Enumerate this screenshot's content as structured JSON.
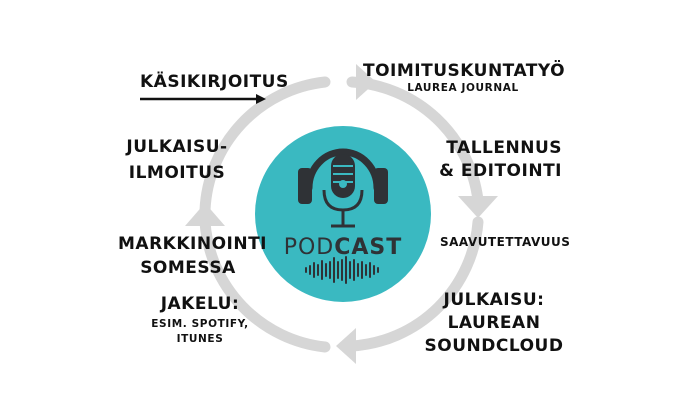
{
  "colors": {
    "cycle_arrow": "#d6d6d6",
    "circle_fill": "#3ab9c1",
    "icon_dark": "#2f3236",
    "text": "#111111"
  },
  "center": {
    "logo_pod": "POD",
    "logo_cast": "CAST",
    "icons": [
      "headphones-icon",
      "microphone-icon",
      "soundwave-icon"
    ]
  },
  "steps": {
    "kasikirjoitus": "KÄSIKIRJOITUS",
    "toimituskunta_title": "TOIMITUSKUNTATYÖ",
    "toimituskunta_sub": "LAUREA JOURNAL",
    "tallennus_line1": "TALLENNUS",
    "tallennus_line2": "& EDITOINTI",
    "saavutettavuus": "SAAVUTETTAVUUS",
    "julkaisu_line1": "JULKAISU:",
    "julkaisu_line2": "LAUREAN",
    "julkaisu_line3": "SOUNDCLOUD",
    "jakelu_title": "JAKELU:",
    "jakelu_sub1": "ESIM. SPOTIFY,",
    "jakelu_sub2": "ITUNES",
    "markkinointi_line1": "MARKKINOINTI",
    "markkinointi_line2": "SOMESSA",
    "ilmoitus_line1": "JULKAISU-",
    "ilmoitus_line2": "ILMOITUS"
  }
}
